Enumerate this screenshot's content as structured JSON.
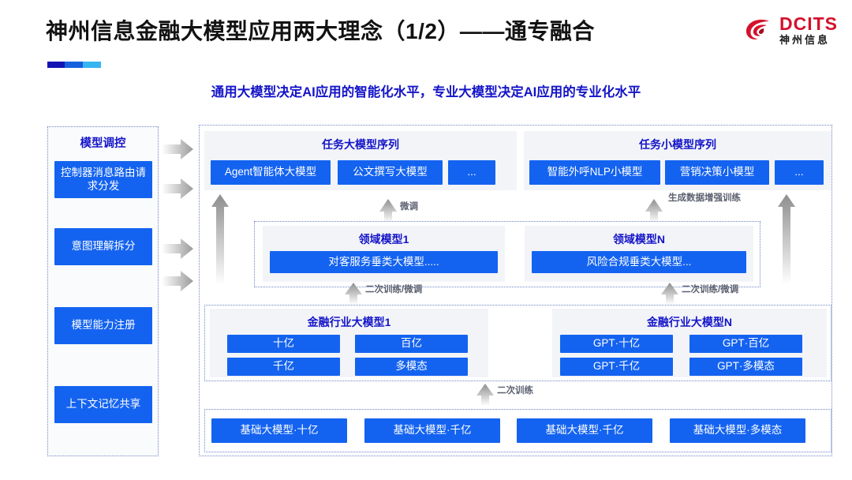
{
  "header": {
    "title": "神州信息金融大模型应用两大理念（1/2）——通专融合",
    "subtitle": "通用大模型决定AI应用的智能化水平，专业大模型决定AI应用的专业化水平",
    "logo": {
      "en": "DCITS",
      "cn": "神州信息",
      "mark_icon": "dcits-swirl-icon"
    },
    "accent_colors": {
      "rule_dark": "#1414b4",
      "rule_mid": "#1760dd",
      "rule_light": "#35b6f0",
      "brand_red": "#d4112b",
      "chip_blue": "#1463f0",
      "heading_blue": "#1414c8"
    }
  },
  "control_panel": {
    "title": "模型调控",
    "items": [
      {
        "label": "控制器消息路由请求分发"
      },
      {
        "label": "意图理解拆分"
      },
      {
        "label": "模型能力注册"
      },
      {
        "label": "上下文记忆共享"
      }
    ],
    "arrow_count": 4
  },
  "layers": {
    "task_big": {
      "title": "任务大模型序列",
      "chips": [
        "Agent智能体大模型",
        "公文撰写大模型",
        "..."
      ]
    },
    "task_small": {
      "title": "任务小模型序列",
      "chips": [
        "智能外呼NLP小模型",
        "营销决策小模型",
        "..."
      ]
    },
    "domain": [
      {
        "title": "领域模型1",
        "chips": [
          "对客服务垂类大模型....."
        ]
      },
      {
        "title": "领域模型N",
        "chips": [
          "风险合规垂类大模型..."
        ]
      }
    ],
    "industry": [
      {
        "title": "金融行业大模型1",
        "chips": [
          "十亿",
          "百亿",
          "千亿",
          "多模态"
        ]
      },
      {
        "title": "金融行业大模型N",
        "chips": [
          "GPT·十亿",
          "GPT·百亿",
          "GPT·千亿",
          "GPT·多模态"
        ]
      }
    ],
    "base": {
      "chips": [
        "基础大模型·十亿",
        "基础大模型·千亿",
        "基础大模型·千亿",
        "基础大模型·多模态"
      ]
    }
  },
  "arrow_labels": {
    "fine_tune": "微调",
    "data_augment": "生成数据增强训练",
    "secondary_train_tune_left": "二次训练/微调",
    "secondary_train_tune_right": "二次训练/微调",
    "secondary_train": "二次训练"
  }
}
